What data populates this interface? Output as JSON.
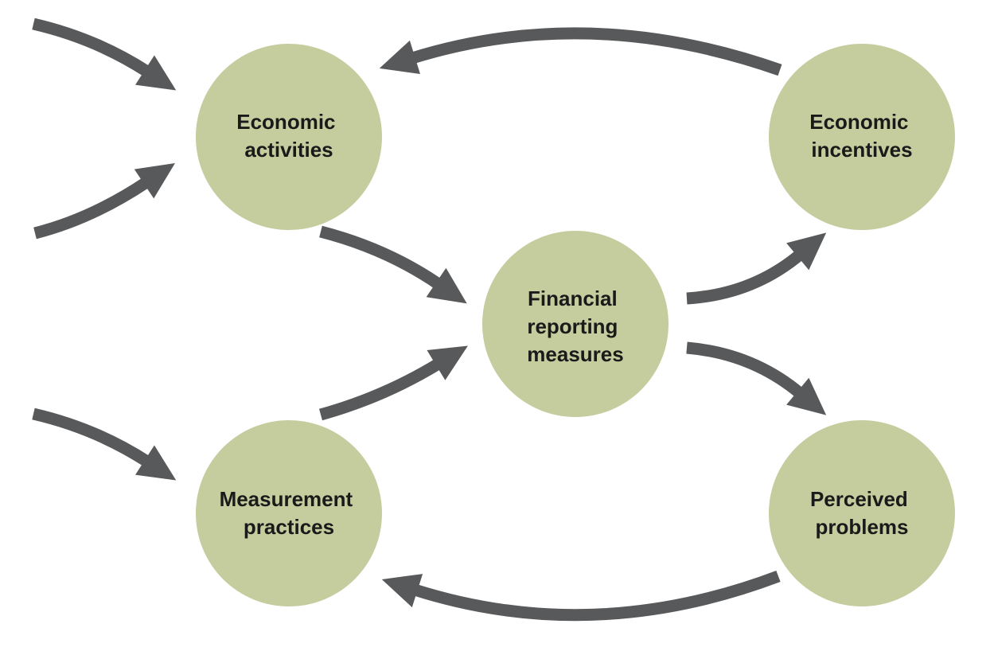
{
  "diagram": {
    "description": "Cycle diagram linking economic activities, measurement practices, financial reporting measures, economic incentives and perceived problems",
    "colors": {
      "background": "#ffffff",
      "node_fill": "#c5cc9e",
      "arrow": "#58595b",
      "text": "#1a1a1a"
    },
    "nodes": [
      {
        "id": "economic-activities",
        "label": "Economic activities",
        "line1": "Economic",
        "line2": "activities"
      },
      {
        "id": "economic-incentives",
        "label": "Economic incentives",
        "line1": "Economic",
        "line2": "incentives"
      },
      {
        "id": "financial-reporting-measures",
        "label": "Financial reporting measures",
        "line1": "Financial",
        "line2": "reporting",
        "line3": "measures"
      },
      {
        "id": "measurement-practices",
        "label": "Measurement practices",
        "line1": "Measurement",
        "line2": "practices"
      },
      {
        "id": "perceived-problems",
        "label": "Perceived problems",
        "line1": "Perceived",
        "line2": "problems"
      }
    ],
    "edges": [
      {
        "from": "external-input",
        "to": "Economic activities",
        "note": "upper external arrow"
      },
      {
        "from": "external-input",
        "to": "Economic activities",
        "note": "lower external arrow"
      },
      {
        "from": "external-input",
        "to": "Measurement practices",
        "note": "external arrow"
      },
      {
        "from": "Economic activities",
        "to": "Financial reporting measures"
      },
      {
        "from": "Measurement practices",
        "to": "Financial reporting measures"
      },
      {
        "from": "Financial reporting measures",
        "to": "Economic incentives"
      },
      {
        "from": "Financial reporting measures",
        "to": "Perceived problems"
      },
      {
        "from": "Economic incentives",
        "to": "Economic activities"
      },
      {
        "from": "Perceived problems",
        "to": "Measurement practices"
      }
    ]
  }
}
